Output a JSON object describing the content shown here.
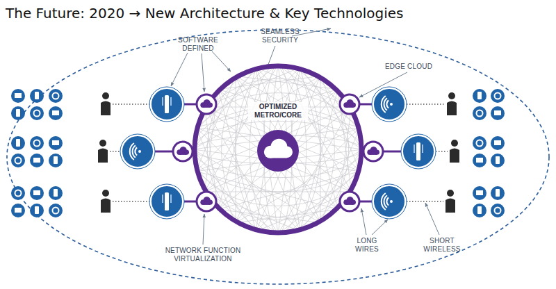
{
  "diagram": {
    "title": "The Future: 2020 → New Architecture & Key Technologies",
    "nodes": [
      {
        "text": [
          "OPTIMIZED METRO/CORE"
        ]
      }
    ],
    "labels": [
      "SOFTWARE DEFINED",
      "SEAMLESS SECURITY",
      "EDGE CLOUD",
      "NETWORK FUNCTION VIRTUALIZATION",
      "LONG WIRES",
      "SHORT WIRELESS"
    ]
  }
}
